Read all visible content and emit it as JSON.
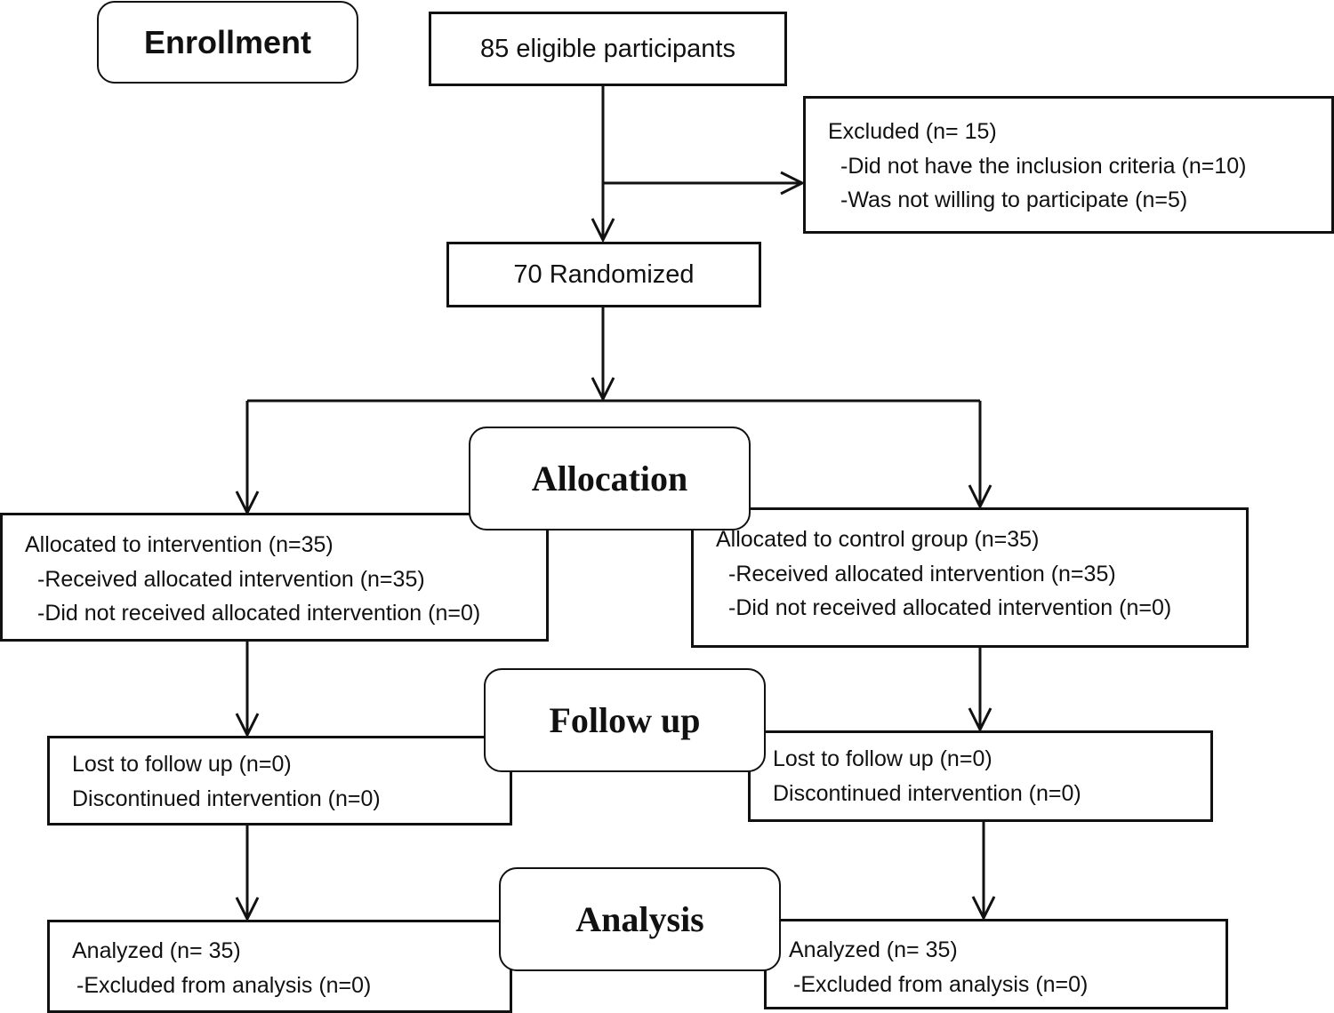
{
  "stages": {
    "enrollment": "Enrollment",
    "allocation": "Allocation",
    "follow_up": "Follow up",
    "analysis": "Analysis"
  },
  "eligible": {
    "text": "85 eligible participants"
  },
  "excluded": {
    "title": "Excluded (n= 15)",
    "reasons": [
      "-Did not have the inclusion criteria (n=10)",
      "-Was not willing to participate (n=5)"
    ]
  },
  "randomized": {
    "text": "70 Randomized"
  },
  "intervention": {
    "allocation": {
      "title": "Allocated to intervention (n=35)",
      "received": "-Received allocated intervention (n=35)",
      "not_received": "-Did not received allocated intervention (n=0)"
    },
    "follow_up": {
      "lost": "Lost to follow up (n=0)",
      "discontinued": "Discontinued intervention (n=0)"
    },
    "analysis": {
      "analyzed": "Analyzed (n= 35)",
      "excluded": "-Excluded from analysis (n=0)"
    }
  },
  "control": {
    "allocation": {
      "title": "Allocated to control group (n=35)",
      "received": "-Received allocated intervention (n=35)",
      "not_received": "-Did not received allocated intervention (n=0)"
    },
    "follow_up": {
      "lost": "Lost to follow up (n=0)",
      "discontinued": "Discontinued intervention (n=0)"
    },
    "analysis": {
      "analyzed": "Analyzed (n= 35)",
      "excluded": "-Excluded from analysis (n=0)"
    }
  }
}
